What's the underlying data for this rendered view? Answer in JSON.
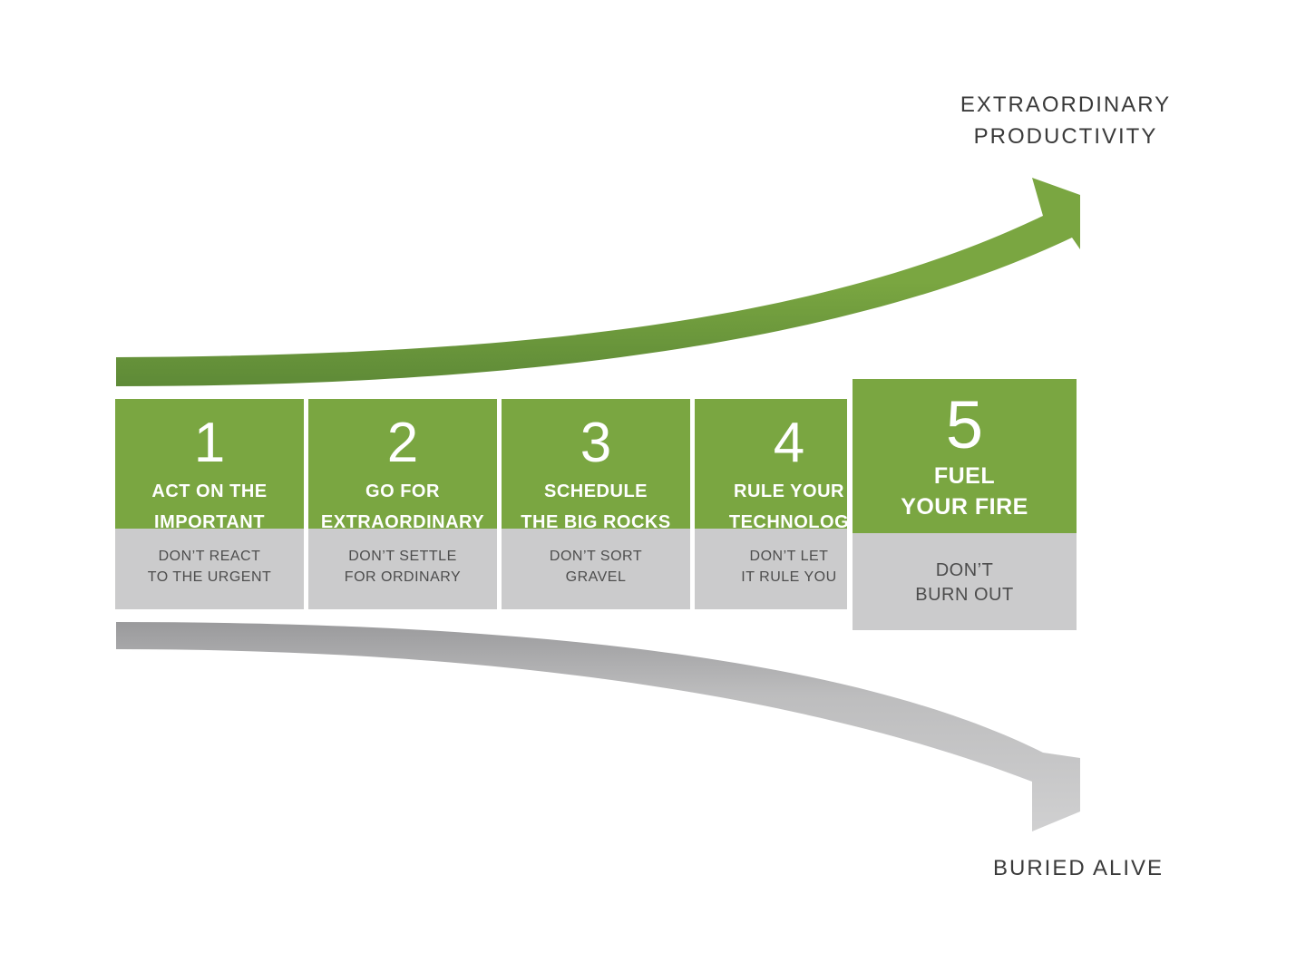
{
  "labels": {
    "top_line1": "EXTRAORDINARY",
    "top_line2": "PRODUCTIVITY",
    "bottom": "BURIED ALIVE"
  },
  "colors": {
    "green": "#7aa641",
    "green_dark": "#5e8a37",
    "grey_box": "#cbcbcc",
    "grey_arrow": "#c5c5c6",
    "text_dark": "#3a3a3a"
  },
  "steps": [
    {
      "number": "1",
      "title_line1": "ACT ON THE",
      "title_line2": "IMPORTANT",
      "sub_line1": "DON’T REACT",
      "sub_line2": "TO THE URGENT"
    },
    {
      "number": "2",
      "title_line1": "GO FOR",
      "title_line2": "EXTRAORDINARY",
      "sub_line1": "DON’T SETTLE",
      "sub_line2": "FOR ORDINARY"
    },
    {
      "number": "3",
      "title_line1": "SCHEDULE",
      "title_line2": "THE BIG ROCKS",
      "sub_line1": "DON’T SORT",
      "sub_line2": "GRAVEL"
    },
    {
      "number": "4",
      "title_line1": "RULE YOUR",
      "title_line2": "TECHNOLOG",
      "sub_line1": "DON’T LET",
      "sub_line2": "IT RULE YOU"
    },
    {
      "number": "5",
      "title_line1": "FUEL",
      "title_line2": "YOUR FIRE",
      "sub_line1": "DON’T",
      "sub_line2": "BURN OUT"
    }
  ]
}
